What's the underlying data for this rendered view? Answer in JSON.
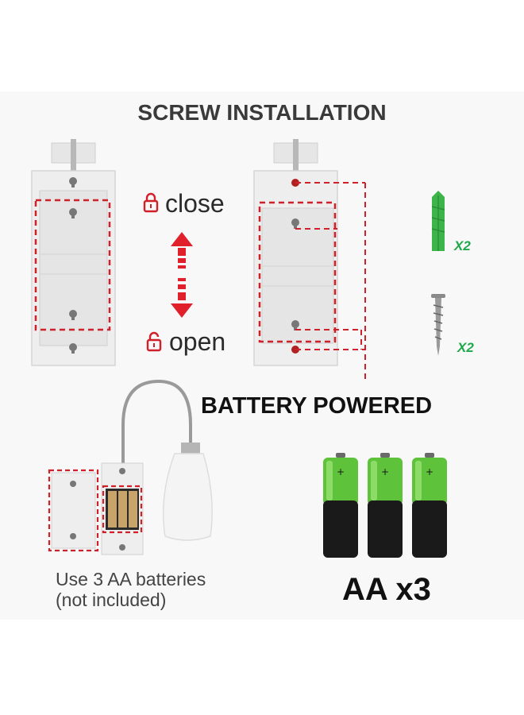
{
  "screw_section": {
    "title": "SCREW INSTALLATION",
    "close_label": "close",
    "open_label": "open",
    "anchor_qty": "X2",
    "screw_qty": "X2"
  },
  "battery_section": {
    "title": "BATTERY POWERED",
    "note_line1": "Use 3 AA batteries",
    "note_line2": "(not included)",
    "battery_count": "AA x3"
  },
  "colors": {
    "dashed_outline": "#d0202a",
    "arrow": "#e0202a",
    "anchor_green": "#3cb44a",
    "battery_green": "#5ec23a",
    "battery_black": "#1a1a1a",
    "qty_green": "#1fa84a"
  },
  "icons": [
    "lock-icon",
    "up-arrow-icon",
    "down-arrow-icon",
    "wall-anchor-icon",
    "screw-icon",
    "battery-icon",
    "lamp-icon"
  ]
}
